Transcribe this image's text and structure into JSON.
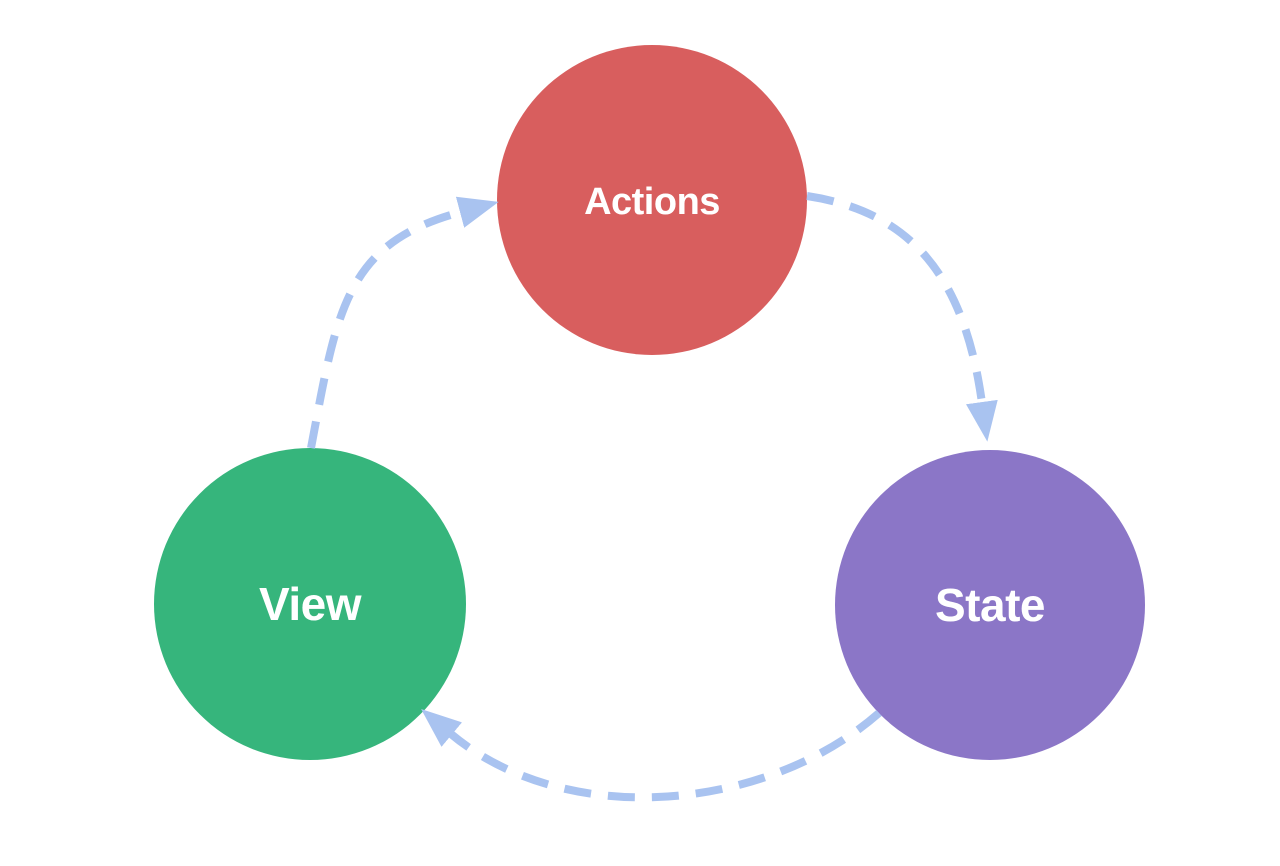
{
  "diagram": {
    "nodes": [
      {
        "id": "actions",
        "label": "Actions",
        "color": "#d85e5e",
        "text_color": "#ffffff"
      },
      {
        "id": "state",
        "label": "State",
        "color": "#8b76c7",
        "text_color": "#ffffff"
      },
      {
        "id": "view",
        "label": "View",
        "color": "#36b57c",
        "text_color": "#ffffff"
      }
    ],
    "edges": [
      {
        "from": "Actions",
        "to": "State"
      },
      {
        "from": "State",
        "to": "View"
      },
      {
        "from": "View",
        "to": "Actions"
      }
    ],
    "edge_style": {
      "color": "#a9c3f0",
      "dashed": true
    }
  },
  "canvas": {
    "background": "#ffffff"
  }
}
